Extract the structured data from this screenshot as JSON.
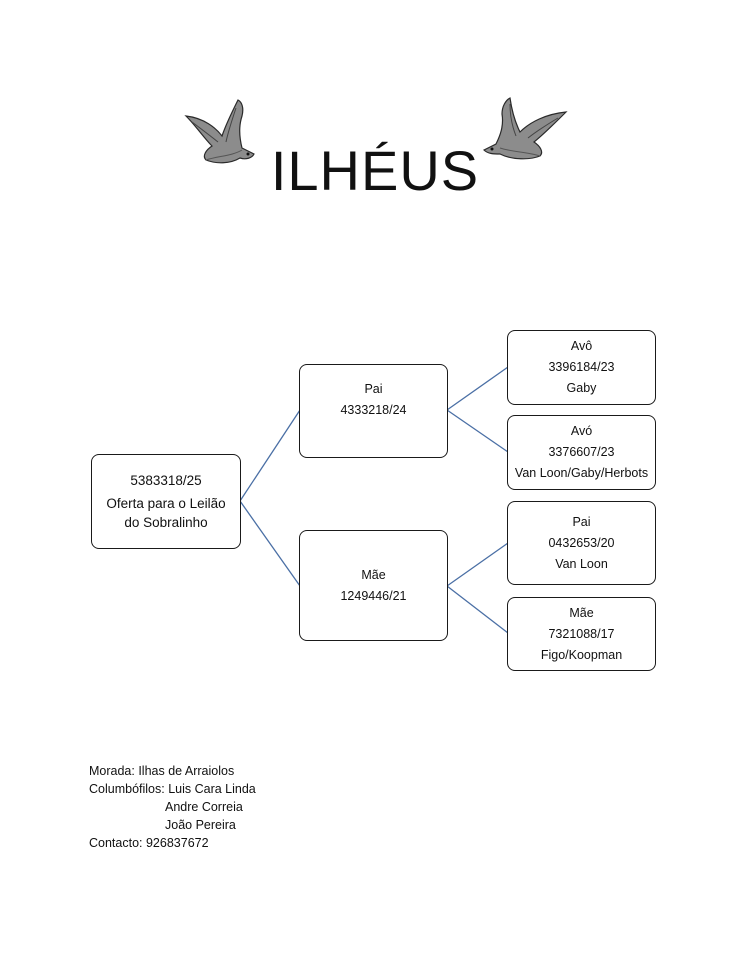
{
  "title": "ILHÉUS",
  "pedigree": {
    "subject": {
      "ring": "5383318/25",
      "description": "Oferta para o Leilão do Sobralinho"
    },
    "sire": {
      "role": "Pai",
      "ring": "4333218/24"
    },
    "dam": {
      "role": "Mãe",
      "ring": "1249446/21"
    },
    "sire_sire": {
      "role": "Avô",
      "ring": "3396184/23",
      "breeder": "Gaby"
    },
    "sire_dam": {
      "role": "Avó",
      "ring": "3376607/23",
      "breeder": "Van Loon/Gaby/Herbots"
    },
    "dam_sire": {
      "role": "Pai",
      "ring": "0432653/20",
      "breeder": "Van Loon"
    },
    "dam_dam": {
      "role": "Mãe",
      "ring": "7321088/17",
      "breeder": "Figo/Koopman"
    }
  },
  "contact_info": {
    "address": "Morada: Ilhas de Arraiolos",
    "breeders_label": "Columbófilos: Luis Cara Linda",
    "breeder_2": "Andre Correia",
    "breeder_3": "João Pereira",
    "contact": "Contacto: 926837672"
  },
  "colors": {
    "connector": "#4a6fa5",
    "border": "#1a1a1a"
  },
  "icons": [
    "pigeon-icon",
    "pigeon-icon"
  ]
}
